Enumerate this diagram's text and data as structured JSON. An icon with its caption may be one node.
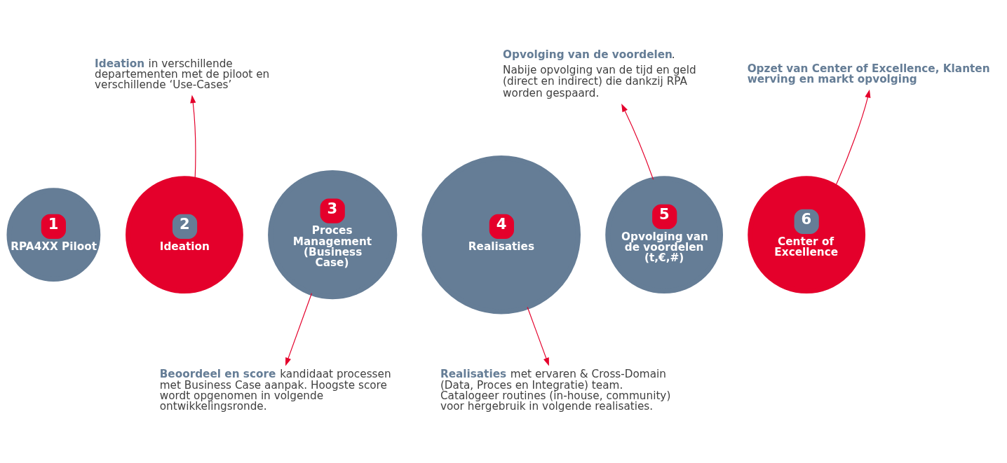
{
  "diagram": {
    "nodes": [
      {
        "text": [
          "1",
          "RPA4XX Piloot"
        ]
      },
      {
        "text": [
          "2",
          "Ideation"
        ]
      },
      {
        "text": [
          "3",
          "Proces Management (Business Case)"
        ]
      },
      {
        "text": [
          "4",
          "Realisaties"
        ]
      },
      {
        "text": [
          "5",
          "Opvolging van de voordelen (t,€,#)"
        ]
      },
      {
        "text": [
          "6",
          "Center of Excellence"
        ]
      },
      {
        "text": [
          "**Ideation** in verschillende departementen met de piloot en verschillende ‘Use-Cases’"
        ]
      },
      {
        "text": [
          "**Beoordeel en score** kandidaat processen met Business Case aanpak. Hoogste score wordt opgenomen in volgende ontwikkelingsronde."
        ]
      },
      {
        "text": [
          "**Realisaties** met ervaren & Cross-Domain (Data, Proces en Integratie) team. Catalogeer routines (in-house, community) voor hergebruik in volgende realisaties."
        ]
      },
      {
        "text": [
          "**Opvolging van de voordelen**.",
          "Nabije opvolging van de tijd en geld (direct en indirect) die dankzij RPA worden gespaard."
        ]
      },
      {
        "text": [
          "**Opzet van Center of Excellence, Klanten werving en markt opvolging**"
        ]
      }
    ],
    "edges": [
      {
        "from": 1,
        "to": 6,
        "arrow": "to",
        "color": "#e4002b"
      },
      {
        "from": 2,
        "to": 7,
        "arrow": "to",
        "color": "#e4002b"
      },
      {
        "from": 3,
        "to": 8,
        "arrow": "to",
        "color": "#e4002b"
      },
      {
        "from": 4,
        "to": 9,
        "arrow": "to",
        "color": "#e4002b"
      },
      {
        "from": 5,
        "to": 10,
        "arrow": "to",
        "color": "#e4002b"
      }
    ]
  }
}
